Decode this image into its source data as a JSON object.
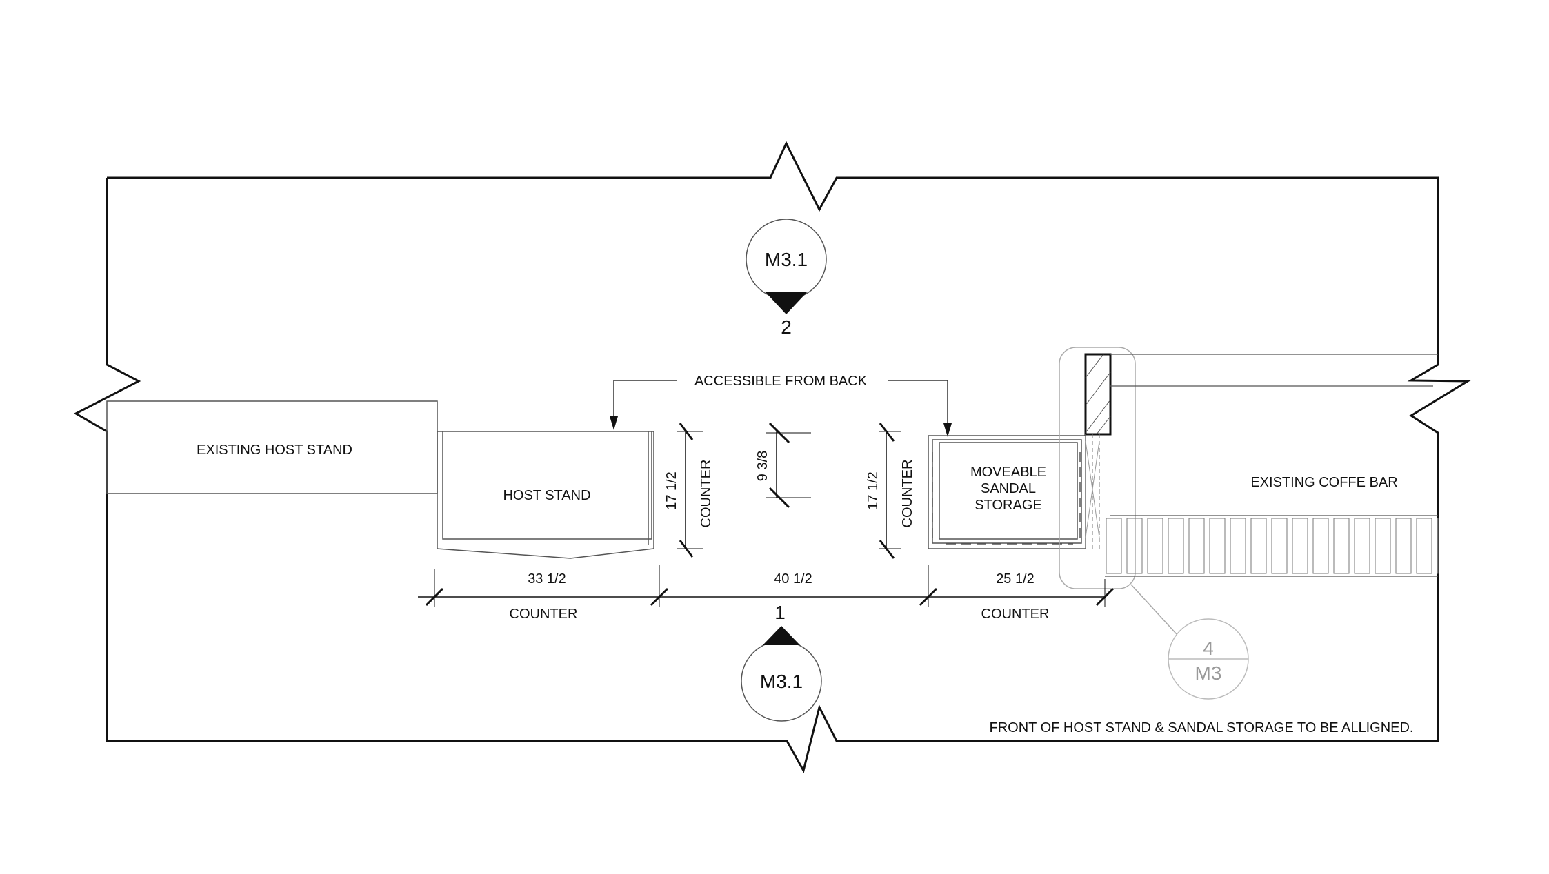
{
  "labels": {
    "existing_host_stand": "EXISTING HOST STAND",
    "host_stand": "HOST STAND",
    "moveable_1": "MOVEABLE",
    "moveable_2": "SANDAL",
    "moveable_3": "STORAGE",
    "existing_coffee_bar": "EXISTING COFFE BAR",
    "accessible_from_back": "ACCESSIBLE FROM BACK",
    "counter": "COUNTER",
    "note": "FRONT OF HOST STAND & SANDAL STORAGE TO BE ALLIGNED."
  },
  "dimensions": {
    "host_width": "33 1/2",
    "gap_width": "40 1/2",
    "sandal_width": "25 1/2",
    "depth_left": "17 1/2",
    "depth_center": "9 3/8",
    "depth_right": "17 1/2"
  },
  "section_markers": {
    "top": {
      "sheet": "M3.1",
      "number": "2"
    },
    "bottom": {
      "sheet": "M3.1",
      "number": "1"
    },
    "detail": {
      "number": "4",
      "sheet": "M3"
    }
  },
  "colors": {
    "line": "#111111",
    "thin_line": "#555555",
    "faded": "#aaaaaa"
  }
}
